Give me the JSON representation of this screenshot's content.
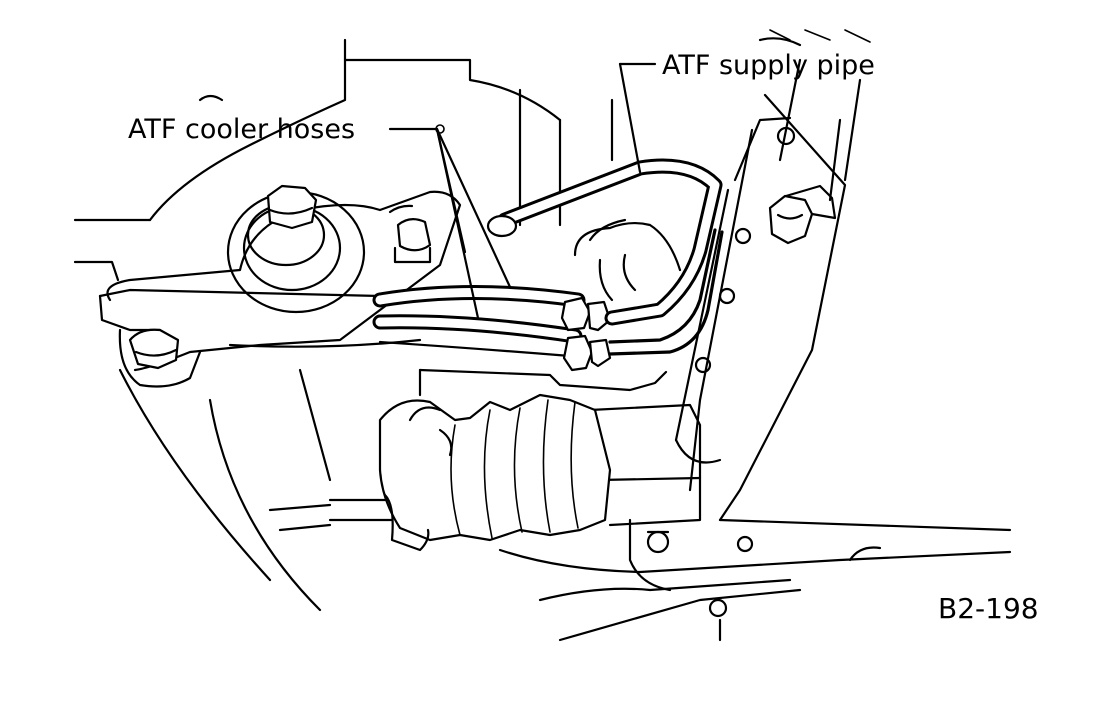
{
  "labels": {
    "cooler_hoses": "ATF cooler hoses",
    "supply_pipe": "ATF supply pipe",
    "figure_code": "B2-198"
  },
  "style": {
    "line_color": "#000000",
    "background": "#ffffff"
  }
}
